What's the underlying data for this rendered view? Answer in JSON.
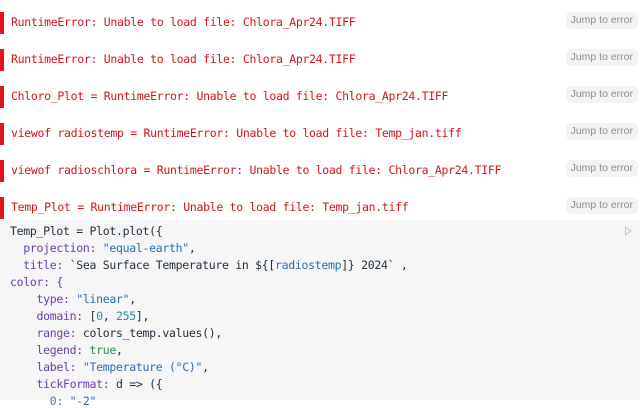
{
  "errors": [
    {
      "message": "RuntimeError: Unable to load file: Chlora_Apr24.TIFF",
      "button": "Jump to error"
    },
    {
      "message": "RuntimeError: Unable to load file: Chlora_Apr24.TIFF",
      "button": "Jump to error"
    },
    {
      "message": "Chloro_Plot = RuntimeError: Unable to load file: Chlora_Apr24.TIFF",
      "button": "Jump to error"
    },
    {
      "message": "viewof radiostemp = RuntimeError: Unable to load file: Temp_jan.tiff",
      "button": "Jump to error"
    },
    {
      "message": "viewof radioschlora = RuntimeError: Unable to load file: Chlora_Apr24.TIFF",
      "button": "Jump to error"
    },
    {
      "message": "Temp_Plot = RuntimeError: Unable to load file: Temp_jan.tiff",
      "button": "Jump to error"
    }
  ],
  "code": {
    "lines": [
      [
        [
          "Temp_Plot = Plot.plot({",
          "plain"
        ]
      ],
      [
        [
          "  projection: ",
          "key"
        ],
        [
          "\"equal-earth\"",
          "str"
        ],
        [
          ",",
          "plain"
        ]
      ],
      [
        [
          "  title: ",
          "key"
        ],
        [
          "`Sea Surface Temperature in ${[",
          "plain"
        ],
        [
          "radiostemp",
          "str"
        ],
        [
          "]} 2024` ,",
          "plain"
        ]
      ],
      [
        [
          "color: {",
          "key"
        ]
      ],
      [
        [
          "    type: ",
          "key"
        ],
        [
          "\"linear\"",
          "str"
        ],
        [
          ",",
          "plain"
        ]
      ],
      [
        [
          "    domain: ",
          "key"
        ],
        [
          "[",
          "plain"
        ],
        [
          "0",
          "num"
        ],
        [
          ", ",
          "plain"
        ],
        [
          "255",
          "num"
        ],
        [
          "],",
          "plain"
        ]
      ],
      [
        [
          "    range: ",
          "key"
        ],
        [
          "colors_temp.values(),",
          "plain"
        ]
      ],
      [
        [
          "    legend: ",
          "key"
        ],
        [
          "true",
          "bool"
        ],
        [
          ",",
          "plain"
        ]
      ],
      [
        [
          "    label: ",
          "key"
        ],
        [
          "\"Temperature (°C)\"",
          "str"
        ],
        [
          ",",
          "plain"
        ]
      ],
      [
        [
          "    tickFormat: ",
          "key"
        ],
        [
          "d => ({",
          "plain"
        ]
      ],
      [
        [
          "      0: ",
          "num"
        ],
        [
          "\"-2\"",
          "str"
        ]
      ]
    ]
  }
}
